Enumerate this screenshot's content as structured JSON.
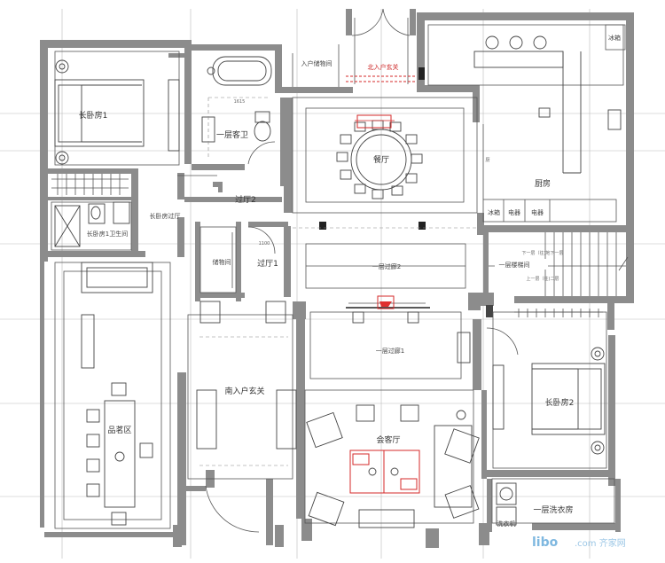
{
  "rooms": {
    "bedroom1": "长卧房1",
    "guest_bath": "一层客卫",
    "entry_storage": "入户储物间",
    "north_entry": "北入户玄关",
    "dining": "餐厅",
    "fridge_top": "冰箱",
    "kitchen": "厨房",
    "kitchen_left": "厨",
    "fridge_bottom": "冰箱",
    "appliance1": "电器",
    "appliance2": "电器",
    "hall2": "过厅2",
    "bedroom1_hall": "长卧房过厅",
    "bedroom1_bath": "长卧房1卫生间",
    "storage_room": "储物间",
    "hall1": "过厅1",
    "corridor2": "一层过廊2",
    "stairs": "一层楼梯间",
    "corridor1": "一层过廊1",
    "tea_area": "品茗区",
    "south_entry": "南入户玄关",
    "living_room": "会客厅",
    "bedroom2": "长卧房2",
    "laundry": "一层洗衣房",
    "washer": "洗衣机"
  },
  "dimensions": {
    "bath_width": "1615",
    "hall1_width": "1100"
  },
  "stair_notes": {
    "up": "下一层（往)地下一层",
    "down": "上一层（往)二层"
  },
  "watermark": {
    "logo": "libo",
    "site": ".com 齐家网"
  }
}
